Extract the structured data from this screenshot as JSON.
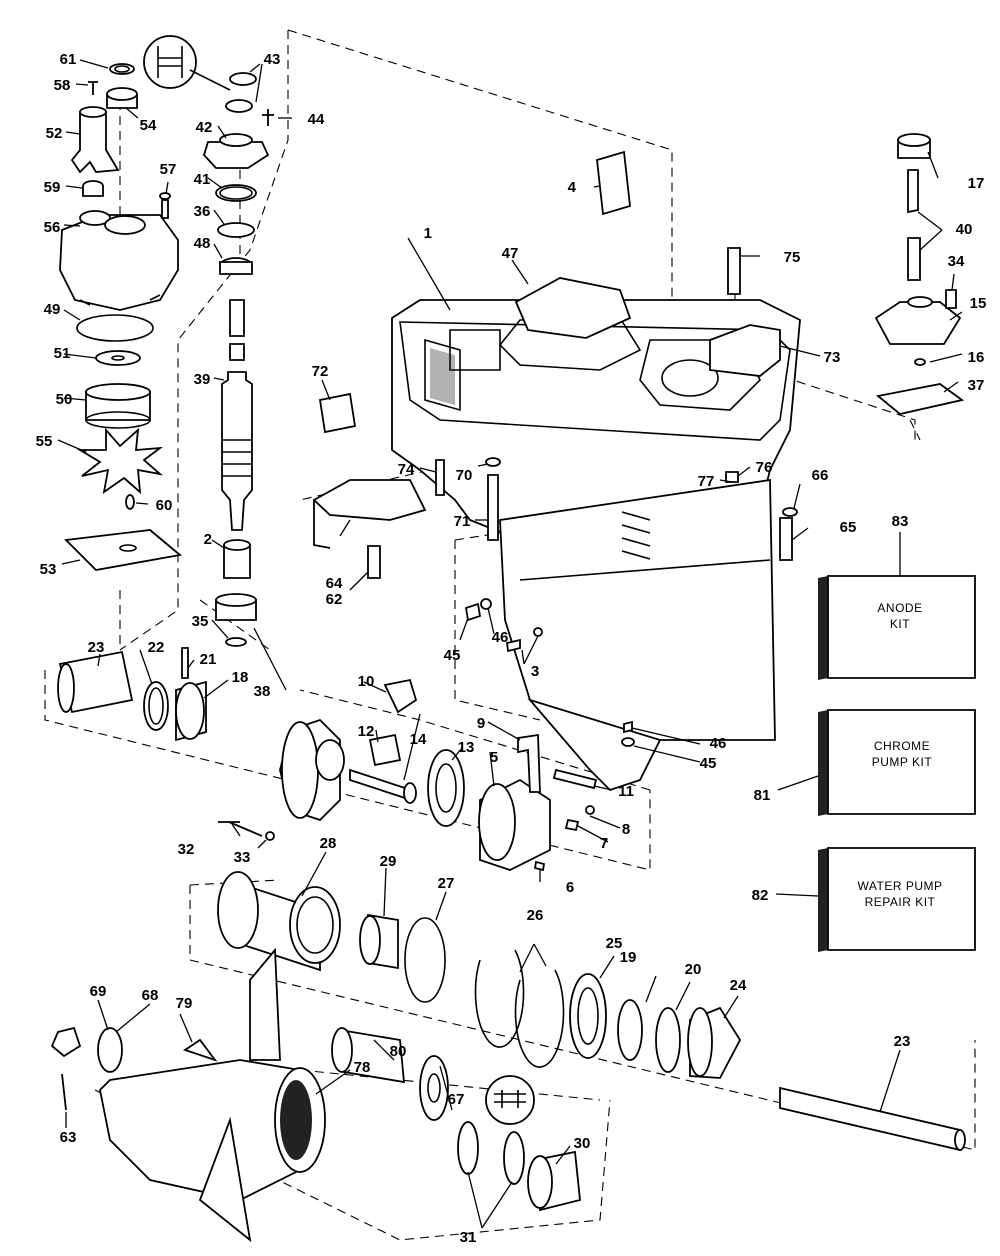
{
  "parts": [
    {
      "id": "p1",
      "label": "1"
    },
    {
      "id": "p2",
      "label": "2"
    },
    {
      "id": "p3",
      "label": "3"
    },
    {
      "id": "p4",
      "label": "4"
    },
    {
      "id": "p5",
      "label": "5"
    },
    {
      "id": "p6",
      "label": "6"
    },
    {
      "id": "p7",
      "label": "7"
    },
    {
      "id": "p8",
      "label": "8"
    },
    {
      "id": "p9",
      "label": "9"
    },
    {
      "id": "p10",
      "label": "10"
    },
    {
      "id": "p11",
      "label": "11"
    },
    {
      "id": "p12",
      "label": "12"
    },
    {
      "id": "p13",
      "label": "13"
    },
    {
      "id": "p14",
      "label": "14"
    },
    {
      "id": "p15",
      "label": "15"
    },
    {
      "id": "p16",
      "label": "16"
    },
    {
      "id": "p17",
      "label": "17"
    },
    {
      "id": "p18",
      "label": "18"
    },
    {
      "id": "p19",
      "label": "19"
    },
    {
      "id": "p20",
      "label": "20"
    },
    {
      "id": "p21",
      "label": "21"
    },
    {
      "id": "p22",
      "label": "22"
    },
    {
      "id": "p23a",
      "label": "23"
    },
    {
      "id": "p23b",
      "label": "23"
    },
    {
      "id": "p24",
      "label": "24"
    },
    {
      "id": "p25",
      "label": "25"
    },
    {
      "id": "p26",
      "label": "26"
    },
    {
      "id": "p27",
      "label": "27"
    },
    {
      "id": "p28",
      "label": "28"
    },
    {
      "id": "p29",
      "label": "29"
    },
    {
      "id": "p30",
      "label": "30"
    },
    {
      "id": "p31",
      "label": "31"
    },
    {
      "id": "p32",
      "label": "32"
    },
    {
      "id": "p33",
      "label": "33"
    },
    {
      "id": "p34",
      "label": "34"
    },
    {
      "id": "p35",
      "label": "35"
    },
    {
      "id": "p36",
      "label": "36"
    },
    {
      "id": "p37",
      "label": "37"
    },
    {
      "id": "p38",
      "label": "38"
    },
    {
      "id": "p39",
      "label": "39"
    },
    {
      "id": "p40",
      "label": "40"
    },
    {
      "id": "p41",
      "label": "41"
    },
    {
      "id": "p42",
      "label": "42"
    },
    {
      "id": "p43",
      "label": "43"
    },
    {
      "id": "p44",
      "label": "44"
    },
    {
      "id": "p45a",
      "label": "45"
    },
    {
      "id": "p45b",
      "label": "45"
    },
    {
      "id": "p46a",
      "label": "46"
    },
    {
      "id": "p46b",
      "label": "46"
    },
    {
      "id": "p47",
      "label": "47"
    },
    {
      "id": "p48",
      "label": "48"
    },
    {
      "id": "p49",
      "label": "49"
    },
    {
      "id": "p50",
      "label": "50"
    },
    {
      "id": "p51",
      "label": "51"
    },
    {
      "id": "p52",
      "label": "52"
    },
    {
      "id": "p53",
      "label": "53"
    },
    {
      "id": "p54",
      "label": "54"
    },
    {
      "id": "p55",
      "label": "55"
    },
    {
      "id": "p56",
      "label": "56"
    },
    {
      "id": "p57",
      "label": "57"
    },
    {
      "id": "p58",
      "label": "58"
    },
    {
      "id": "p59",
      "label": "59"
    },
    {
      "id": "p60",
      "label": "60"
    },
    {
      "id": "p61",
      "label": "61"
    },
    {
      "id": "p62",
      "label": "62"
    },
    {
      "id": "p63",
      "label": "63"
    },
    {
      "id": "p64",
      "label": "64"
    },
    {
      "id": "p65",
      "label": "65"
    },
    {
      "id": "p66",
      "label": "66"
    },
    {
      "id": "p67",
      "label": "67"
    },
    {
      "id": "p68",
      "label": "68"
    },
    {
      "id": "p69",
      "label": "69"
    },
    {
      "id": "p70",
      "label": "70"
    },
    {
      "id": "p71",
      "label": "71"
    },
    {
      "id": "p72",
      "label": "72"
    },
    {
      "id": "p73",
      "label": "73"
    },
    {
      "id": "p74",
      "label": "74"
    },
    {
      "id": "p75",
      "label": "75"
    },
    {
      "id": "p76",
      "label": "76"
    },
    {
      "id": "p77",
      "label": "77"
    },
    {
      "id": "p78",
      "label": "78"
    },
    {
      "id": "p79",
      "label": "79"
    },
    {
      "id": "p80",
      "label": "80"
    },
    {
      "id": "p81",
      "label": "81"
    },
    {
      "id": "p82",
      "label": "82"
    },
    {
      "id": "p83",
      "label": "83"
    }
  ],
  "kits": {
    "anode": {
      "line1": "ANODE",
      "line2": "KIT"
    },
    "chrome_pump": {
      "line1": "CHROME",
      "line2": "PUMP KIT"
    },
    "water_pump": {
      "line1": "WATER PUMP",
      "line2": "REPAIR KIT"
    }
  }
}
